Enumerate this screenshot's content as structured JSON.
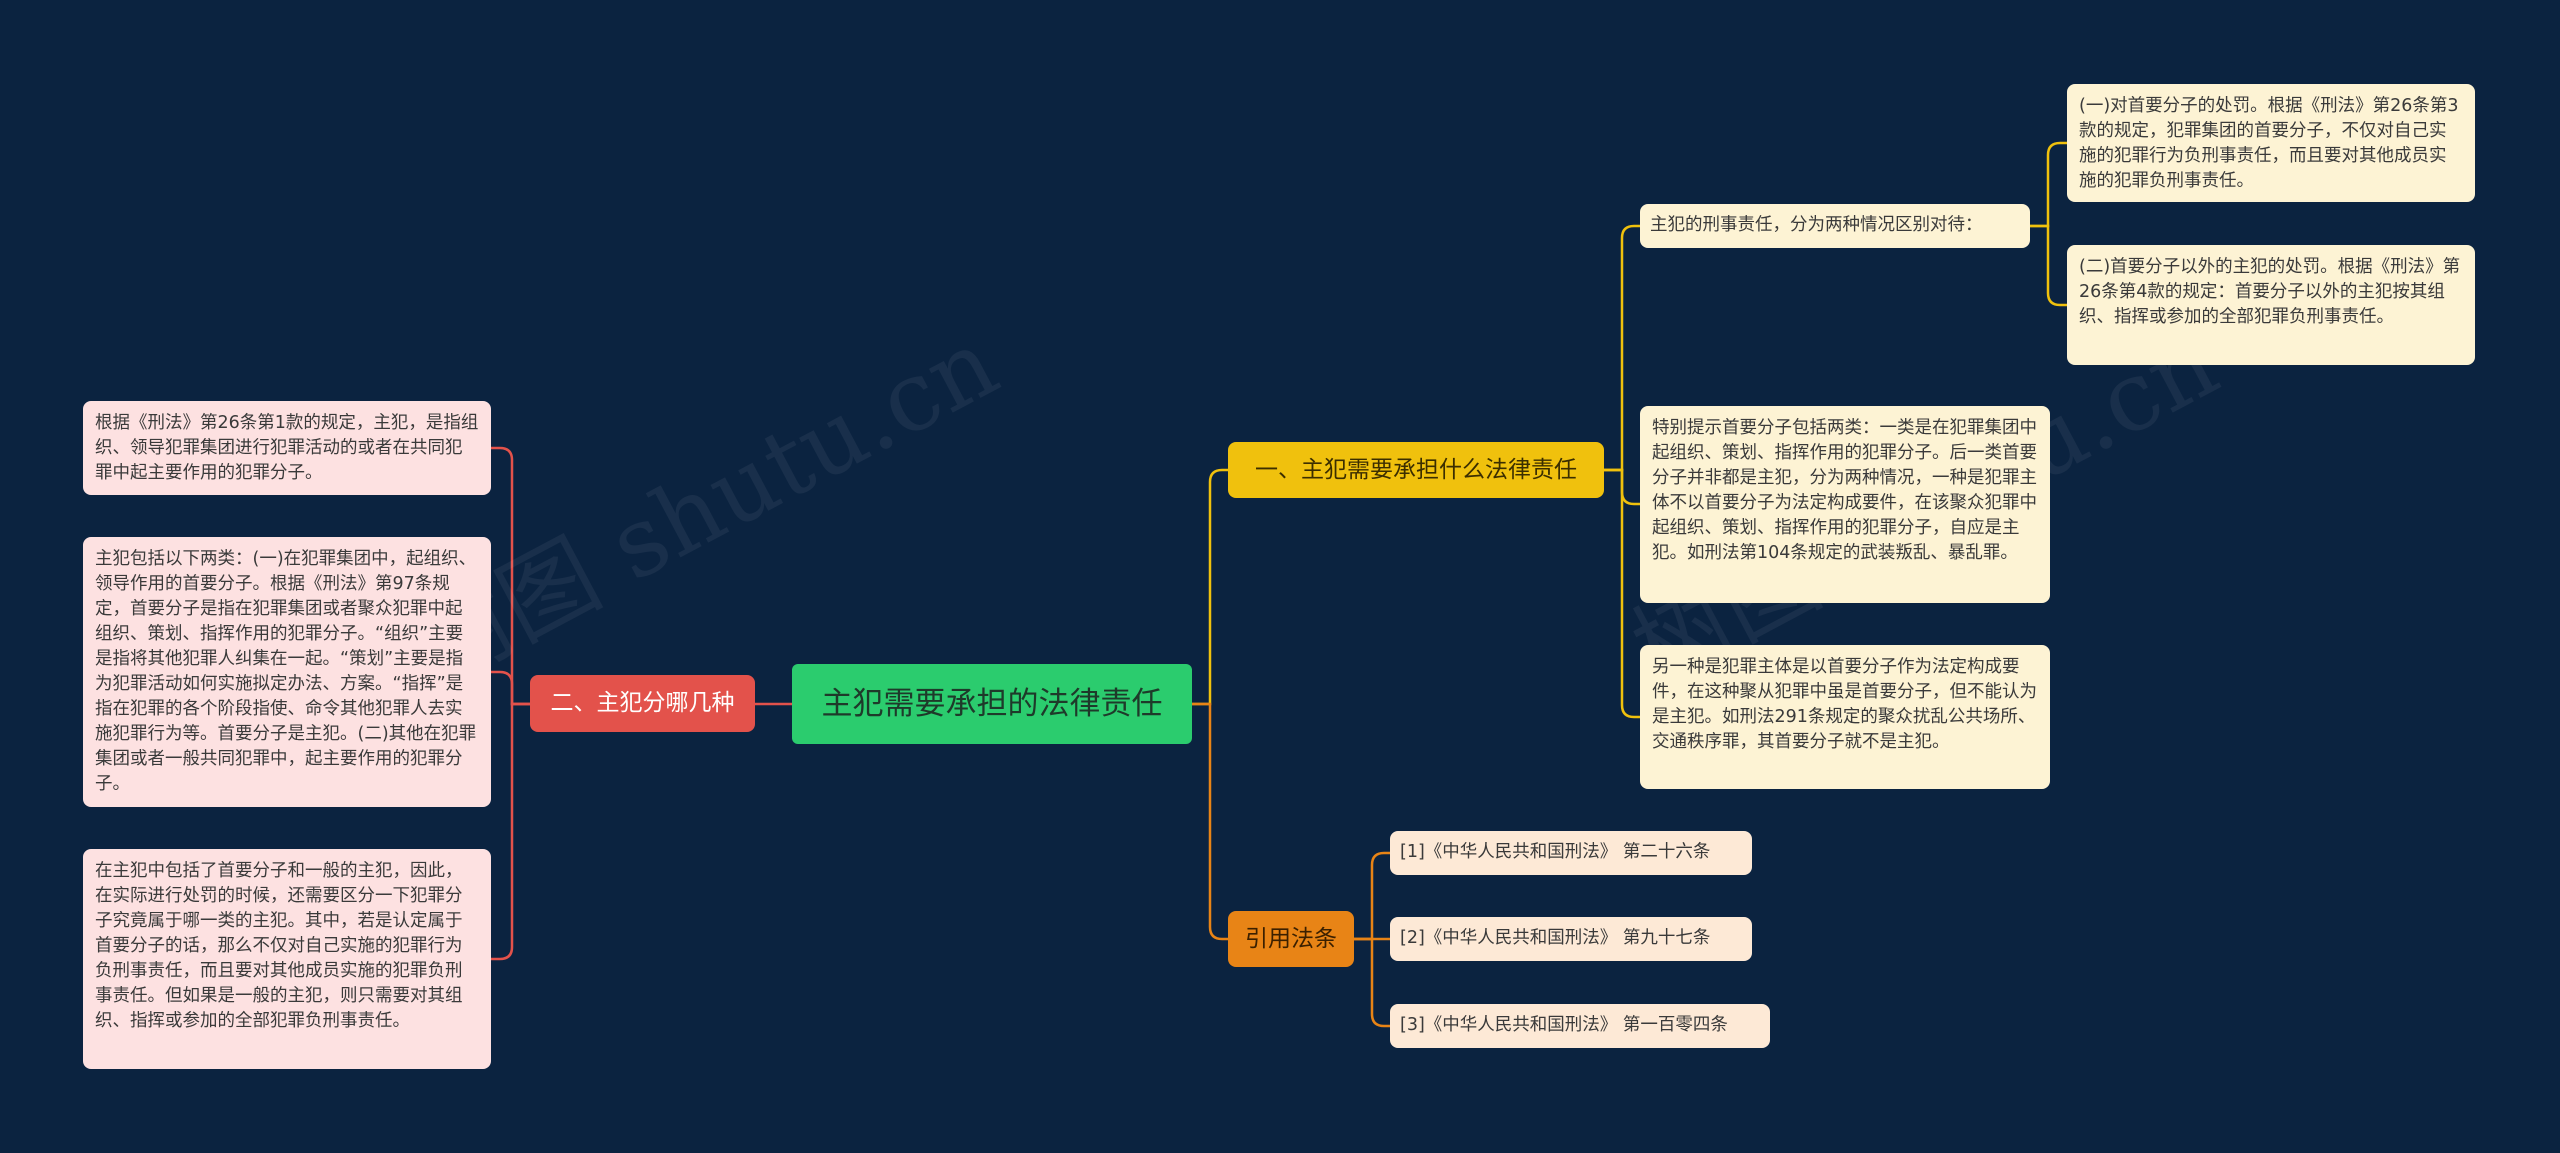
{
  "root": {
    "label": "主犯需要承担的法律责任"
  },
  "branches": {
    "left": {
      "label": "二、主犯分哪几种",
      "leaves": [
        "根据《刑法》第26条第1款的规定，主犯，是指组织、领导犯罪集团进行犯罪活动的或者在共同犯罪中起主要作用的犯罪分子。",
        "主犯包括以下两类：(一)在犯罪集团中，起组织、领导作用的首要分子。根据《刑法》第97条规定，首要分子是指在犯罪集团或者聚众犯罪中起组织、策划、指挥作用的犯罪分子。“组织”主要是指将其他犯罪人纠集在一起。“策划”主要是指为犯罪活动如何实施拟定办法、方案。“指挥”是指在犯罪的各个阶段指使、命令其他犯罪人去实施犯罪行为等。首要分子是主犯。(二)其他在犯罪集团或者一般共同犯罪中，起主要作用的犯罪分子。",
        "在主犯中包括了首要分子和一般的主犯，因此，在实际进行处罚的时候，还需要区分一下犯罪分子究竟属于哪一类的主犯。其中，若是认定属于首要分子的话，那么不仅对自己实施的犯罪行为负刑事责任，而且要对其他成员实施的犯罪负刑事责任。但如果是一般的主犯，则只需要对其组织、指挥或参加的全部犯罪负刑事责任。"
      ]
    },
    "right_top": {
      "label": "一、主犯需要承担什么法律责任",
      "sub": {
        "label": "主犯的刑事责任，分为两种情况区别对待：",
        "leaves": [
          "(一)对首要分子的处罚。根据《刑法》第26条第3款的规定，犯罪集团的首要分子，不仅对自己实施的犯罪行为负刑事责任，而且要对其他成员实施的犯罪负刑事责任。",
          "(二)首要分子以外的主犯的处罚。根据《刑法》第26条第4款的规定：首要分子以外的主犯按其组织、指挥或参加的全部犯罪负刑事责任。"
        ]
      },
      "leaves": [
        "特别提示首要分子包括两类：一类是在犯罪集团中起组织、策划、指挥作用的犯罪分子。后一类首要分子并非都是主犯，分为两种情况，一种是犯罪主体不以首要分子为法定构成要件，在该聚众犯罪中起组织、策划、指挥作用的犯罪分子，自应是主犯。如刑法第104条规定的武装叛乱、暴乱罪。",
        "另一种是犯罪主体是以首要分子作为法定构成要件，在这种聚从犯罪中虽是首要分子，但不能认为是主犯。如刑法291条规定的聚众扰乱公共场所、交通秩序罪，其首要分子就不是主犯。"
      ]
    },
    "right_bottom": {
      "label": "引用法条",
      "leaves": [
        "[1]《中华人民共和国刑法》 第二十六条",
        "[2]《中华人民共和国刑法》 第九十七条",
        "[3]《中华人民共和国刑法》 第一百零四条"
      ]
    }
  },
  "colors": {
    "background": "#0b2340",
    "root": "#2bcc6e",
    "red": "#e3524b",
    "yellow": "#f0c10d",
    "orange": "#e88416"
  },
  "watermark": "树图 shutu.cn"
}
